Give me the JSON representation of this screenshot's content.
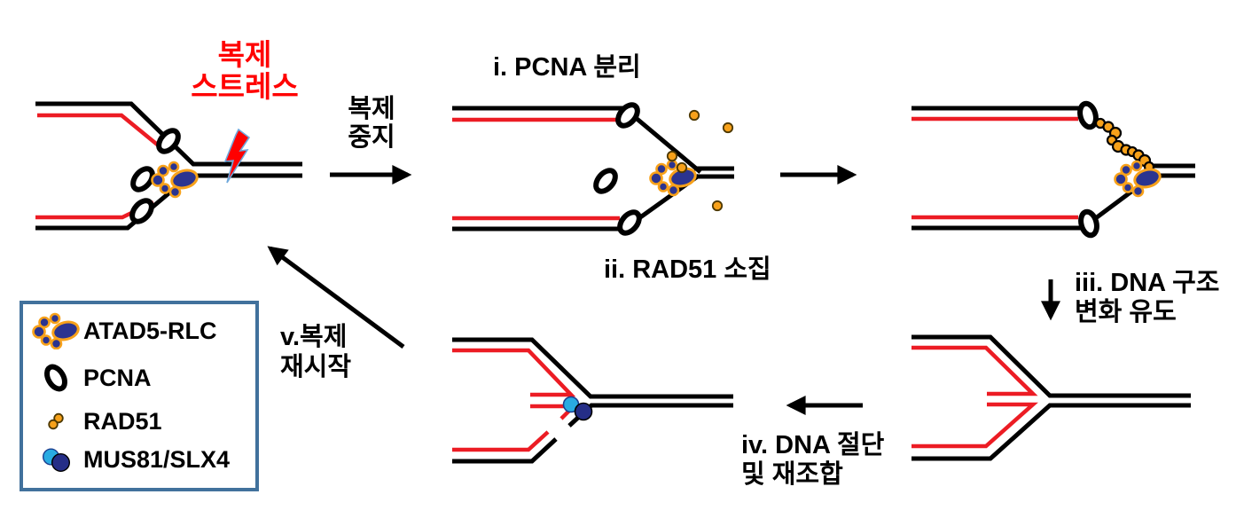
{
  "figure": {
    "labels": {
      "replication_stress": "복제\n스트레스",
      "replication_halt": "복제\n중지",
      "step_i": "i. PCNA 분리",
      "step_ii": "ii. RAD51 소집",
      "step_iii": "iii. DNA 구조\n변화 유도",
      "step_iv": "iv. DNA 절단\n및 재조합",
      "step_v": "v.복제\n재시작"
    },
    "legend": {
      "items": [
        {
          "icon": "atad5-rlc-icon",
          "label": "ATAD5-RLC"
        },
        {
          "icon": "pcna-ring-icon",
          "label": "PCNA"
        },
        {
          "icon": "rad51-dot-icon",
          "label": "RAD51"
        },
        {
          "icon": "mus81-slx4-icon",
          "label": "MUS81/SLX4"
        }
      ]
    },
    "colors": {
      "parental_strand": "#000000",
      "nascent_strand": "#EC1C24",
      "stress_label": "#FF0000",
      "atad5_fill": "#2B3490",
      "protein_outline": "#F7A11A",
      "rad51_fill": "#F7A11A",
      "mus81_fill": "#29ABE2",
      "slx4_fill": "#252E87",
      "legend_border": "#41719C"
    }
  }
}
